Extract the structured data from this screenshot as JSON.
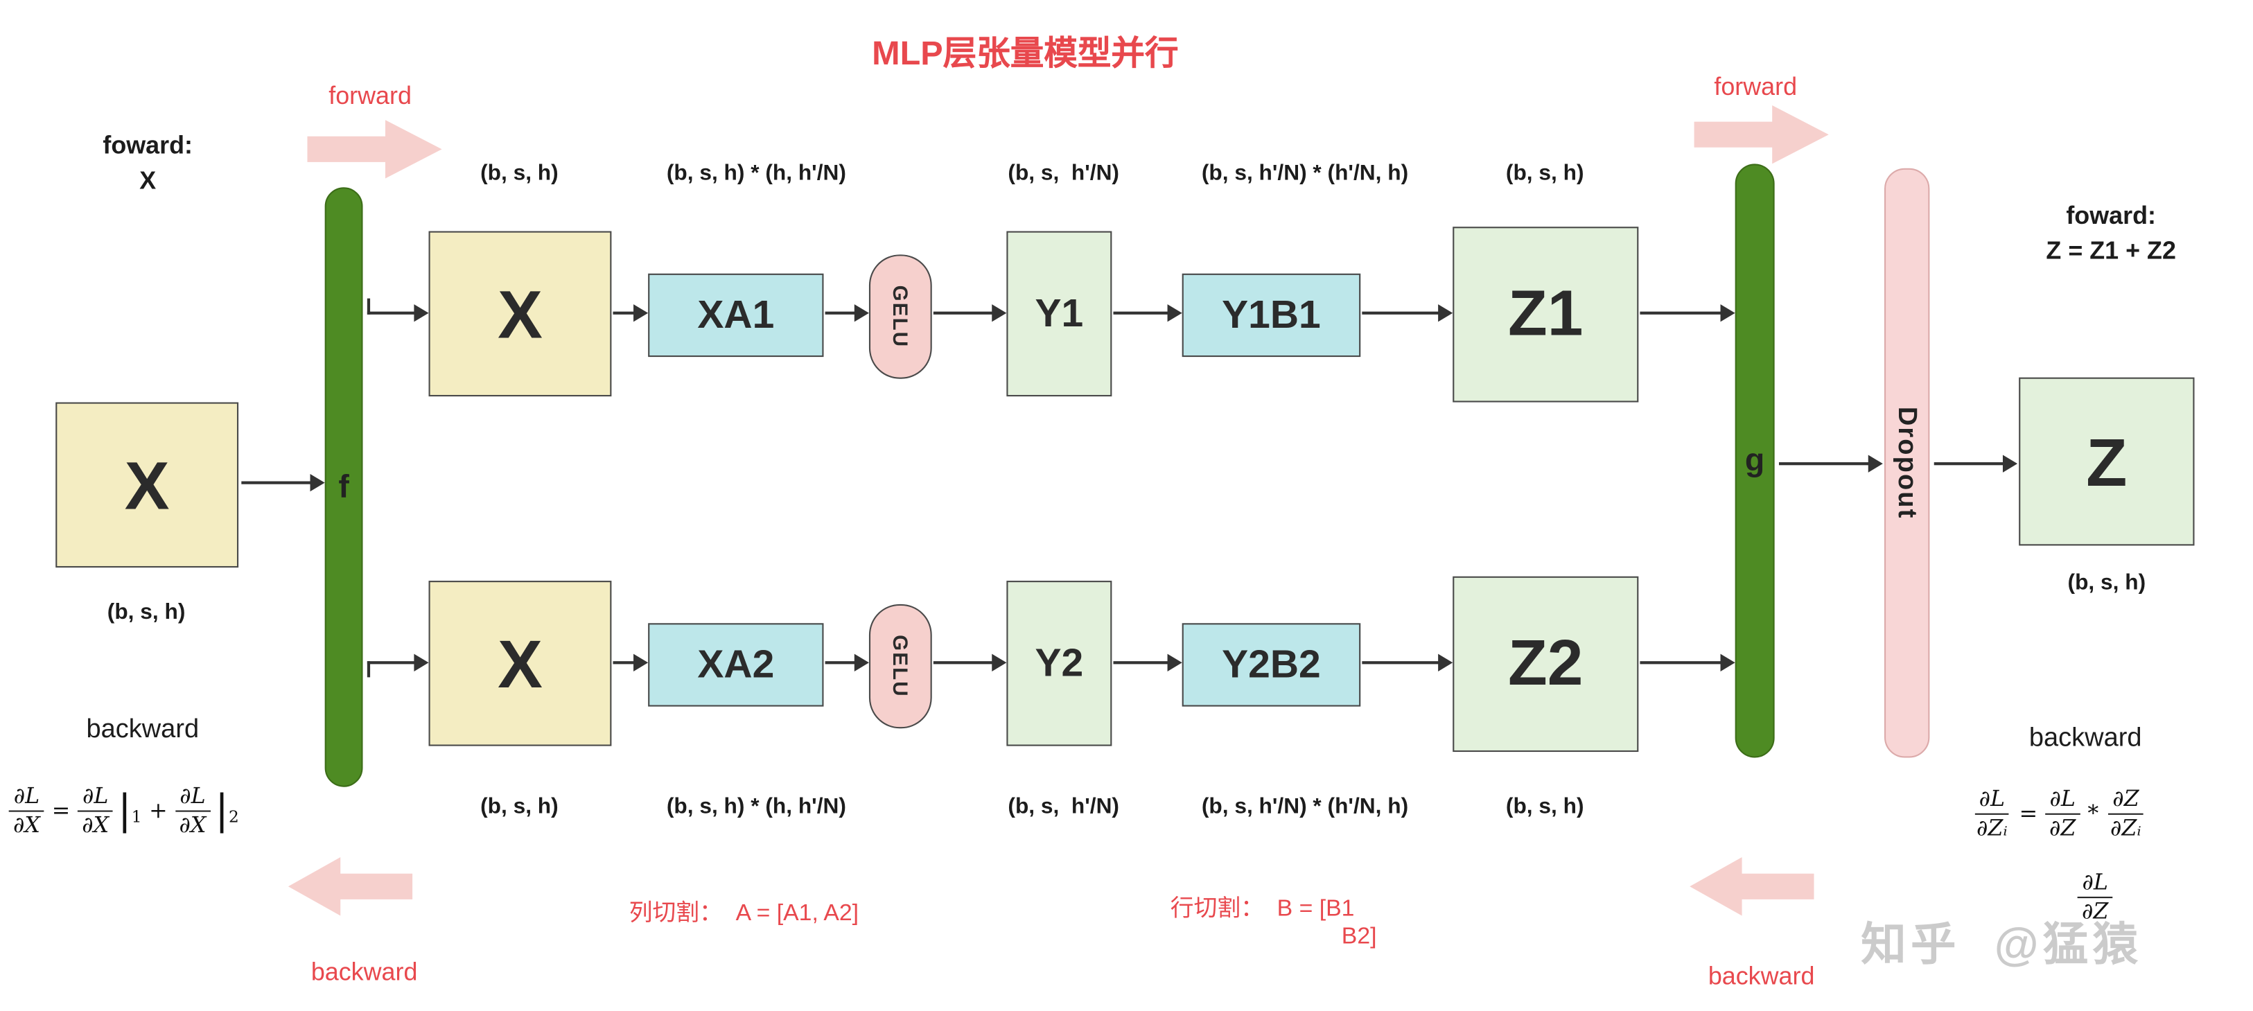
{
  "title": "MLP层张量模型并行",
  "colors": {
    "red": "#e8484d",
    "yellow_box": "#f4edc2",
    "cyan_box": "#bde7ea",
    "green_box": "#e3f1dc",
    "dark_green": "#4e8b23",
    "pink": "#f6d0cd",
    "pink_bar": "#f8d6d6"
  },
  "red_labels": {
    "forward_left": "forward",
    "forward_right": "forward",
    "backward_left": "backward",
    "backward_right": "backward"
  },
  "captions": {
    "input_line1": "foward:",
    "input_line2": "X",
    "output_line1": "foward:",
    "output_line2": "Z = Z1 + Z2",
    "backward_left": "backward",
    "backward_right": "backward"
  },
  "bars": {
    "f": "f",
    "g": "g",
    "dropout": "Dropout"
  },
  "boxes": {
    "input": "X",
    "output": "Z",
    "top": {
      "x": "X",
      "xa": "XA1",
      "gelu": "GELU",
      "y": "Y1",
      "yb": "Y1B1",
      "z": "Z1"
    },
    "bottom": {
      "x": "X",
      "xa": "XA2",
      "gelu": "GELU",
      "y": "Y2",
      "yb": "Y2B2",
      "z": "Z2"
    }
  },
  "shapes": {
    "input": "(b, s, h)",
    "output": "(b, s, h)",
    "top": [
      "(b, s, h)",
      "(b, s, h) * (h, h'/N)",
      "(b, s,  h'/N)",
      "(b, s, h'/N) * (h'/N, h)",
      "(b, s, h)"
    ],
    "bottom": [
      "(b, s, h)",
      "(b, s, h) * (h, h'/N)",
      "(b, s,  h'/N)",
      "(b, s, h'/N) * (h'/N, h)",
      "(b, s, h)"
    ]
  },
  "notes": {
    "column_split": "列切割：  A = [A1, A2]",
    "row_split_line1": "行切割：  B = [B1",
    "row_split_line2": "B2]"
  },
  "formulas": {
    "left": {
      "n1": "∂L",
      "d1": "∂X",
      "eq": "=",
      "n2": "∂L",
      "d2": "∂X",
      "bar1": "|",
      "sub1": "1",
      "plus": "+",
      "n3": "∂L",
      "d3": "∂X",
      "bar2": "|",
      "sub2": "2"
    },
    "right": {
      "n1": "∂L",
      "d1": "∂Zᵢ",
      "eq": "=",
      "n2": "∂L",
      "d2": "∂Z",
      "star": "*",
      "n3": "∂Z",
      "d3": "∂Zᵢ"
    },
    "right2": {
      "n": "∂L",
      "d": "∂Z"
    }
  },
  "watermark": "知乎  @猛猿"
}
